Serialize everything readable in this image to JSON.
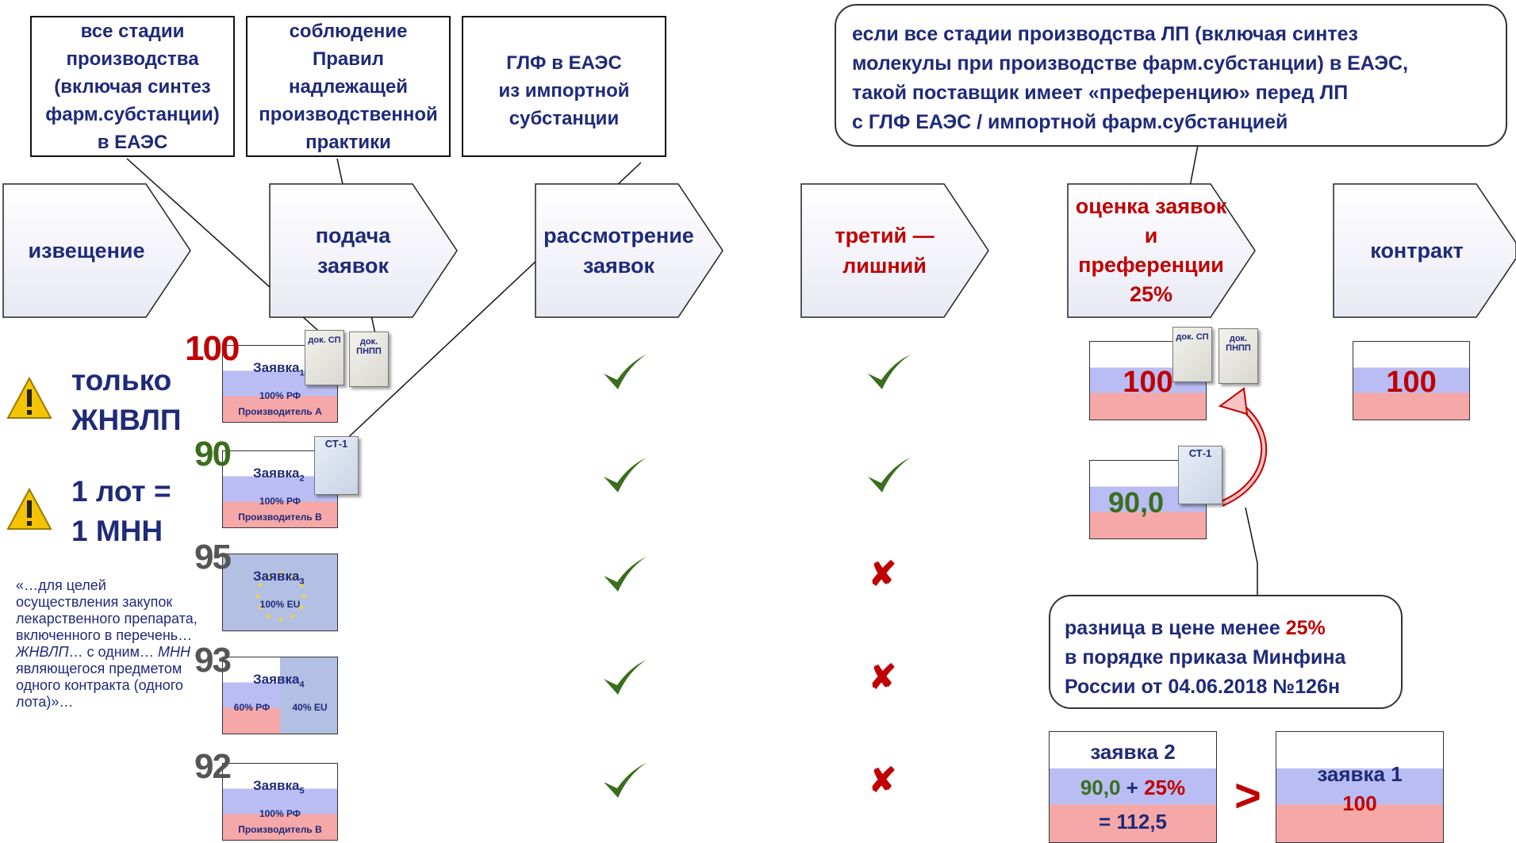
{
  "callouts": {
    "stages_in_eaeu": [
      "все стадии",
      "производства",
      "(включая синтез",
      "фарм.субстанции)",
      "в ЕАЭС"
    ],
    "gmp_compliance": [
      "соблюдение",
      "Правил",
      "надлежащей",
      "производственной",
      "практики"
    ],
    "glf_import": [
      "ГЛФ в ЕАЭС",
      "из импортной",
      "субстанции"
    ],
    "preference_note": [
      "если все стадии производства ЛП (включая синтез",
      "молекулы при производстве фарм.субстанции) в ЕАЭС,",
      "такой поставщик имеет «преференцию» перед ЛП",
      "с ГЛФ ЕАЭС / импортной фарм.субстанцией"
    ],
    "price_diff": {
      "line1_prefix": "разница в цене менее ",
      "line1_accent": "25%",
      "line2": "в порядке приказа Минфина",
      "line3": "России от 04.06.2018 №126н"
    }
  },
  "stages": [
    {
      "lines": [
        "извещение"
      ]
    },
    {
      "lines": [
        "подача",
        "заявок"
      ]
    },
    {
      "lines": [
        "рассмотрение",
        "заявок"
      ]
    },
    {
      "lines": [
        "третий —",
        "лишний"
      ]
    },
    {
      "lines": [
        "оценка заявок",
        "и",
        "преференции",
        "25%"
      ]
    },
    {
      "lines": [
        "контракт"
      ]
    }
  ],
  "notes": {
    "only_label": "только",
    "zhnvlp": "ЖНВЛП",
    "lot_line1": "1 лот =",
    "lot_line2": "1 МНН",
    "quote_parts": [
      "«…для целей осуществления закупок лекарственного препарата, включенного в перечень… ",
      "ЖНВЛП",
      "… с одним… ",
      "МНН",
      " являющегося предметом одного контракта (одного лота)»…"
    ]
  },
  "applications": [
    {
      "score": "100",
      "title": "Заявка",
      "sub": "1",
      "line1": "100% РФ",
      "line2": "Производитель А",
      "docs": [
        "док. СП",
        "док. ПНПП"
      ],
      "review": "check",
      "third": "check"
    },
    {
      "score": "90",
      "title": "Заявка",
      "sub": "2",
      "line1": "100% РФ",
      "line2": "Производитель В",
      "docs": [
        "СТ-1"
      ],
      "review": "check",
      "third": "check"
    },
    {
      "score": "95",
      "title": "Заявка",
      "sub": "3",
      "line1": "100% EU",
      "line2": "",
      "docs": [],
      "review": "check",
      "third": "cross"
    },
    {
      "score": "93",
      "title": "Заявка",
      "sub": "4",
      "line1": "60% РФ",
      "line1b": "40% EU",
      "line2": "",
      "docs": [],
      "review": "check",
      "third": "cross"
    },
    {
      "score": "92",
      "title": "Заявка",
      "sub": "5",
      "line1": "100% РФ",
      "line2": "Производитель В",
      "docs": [],
      "review": "check",
      "third": "cross"
    }
  ],
  "evaluation": {
    "first": "100",
    "second": "90,0",
    "doc_sp": "док. СП",
    "doc_pnpp": "док. ПНПП",
    "doc_st1": "СТ-1",
    "contract": "100"
  },
  "comparison": {
    "left_title": "заявка 2",
    "left_base": "90,0",
    "left_plus": " + ",
    "left_pct": "25%",
    "left_result": "= 112,5",
    "operator": ">",
    "right_title": "заявка 1",
    "right_value": "100"
  },
  "colors": {
    "navy": "#1f2a78",
    "red": "#c00000",
    "green": "#3a6e1c",
    "flag_blue": "#b9bdf3",
    "flag_red": "#f6a8a8",
    "eu_blue": "#b3bfe3"
  }
}
